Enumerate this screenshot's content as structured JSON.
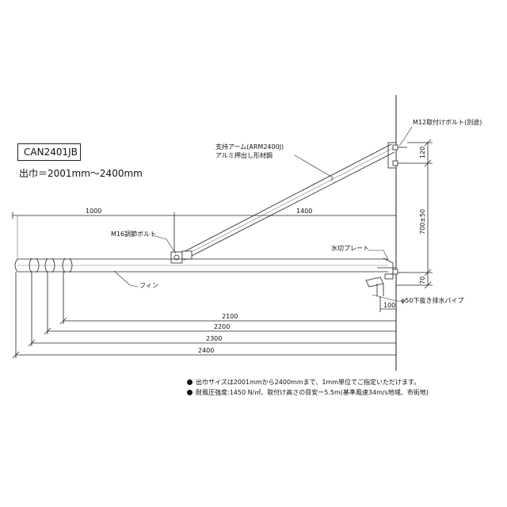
{
  "model": {
    "code": "CAN2401JB",
    "span_text": "出巾＝2001mm～2400mm"
  },
  "labels": {
    "mounting_bolt": "M12取付けボルト(別途)",
    "support_arm_line1": "支持アーム(ARM2400J)",
    "support_arm_line2": "アルミ押出し形材鋼",
    "adjust_bolt": "M16調節ボルト",
    "fin": "フィン",
    "drip_plate": "水切プレート",
    "drain_pipe": "φ50下抜き排水パイプ"
  },
  "dimensions": {
    "d1000": "1000",
    "d1400": "1400",
    "d120": "120",
    "d700": "700±50",
    "d70": "70",
    "d100": "100",
    "d2100": "2100",
    "d2200": "2200",
    "d2300": "2300",
    "d2400": "2400"
  },
  "notes": [
    "出巾サイズは2001mmから2400mmまで、1mm単位でご指定いただけます。",
    "耐風圧強度:1450 N/㎡、取付け高さの目安ー5.5m(基準風速34m/s地域、市街地)"
  ]
}
